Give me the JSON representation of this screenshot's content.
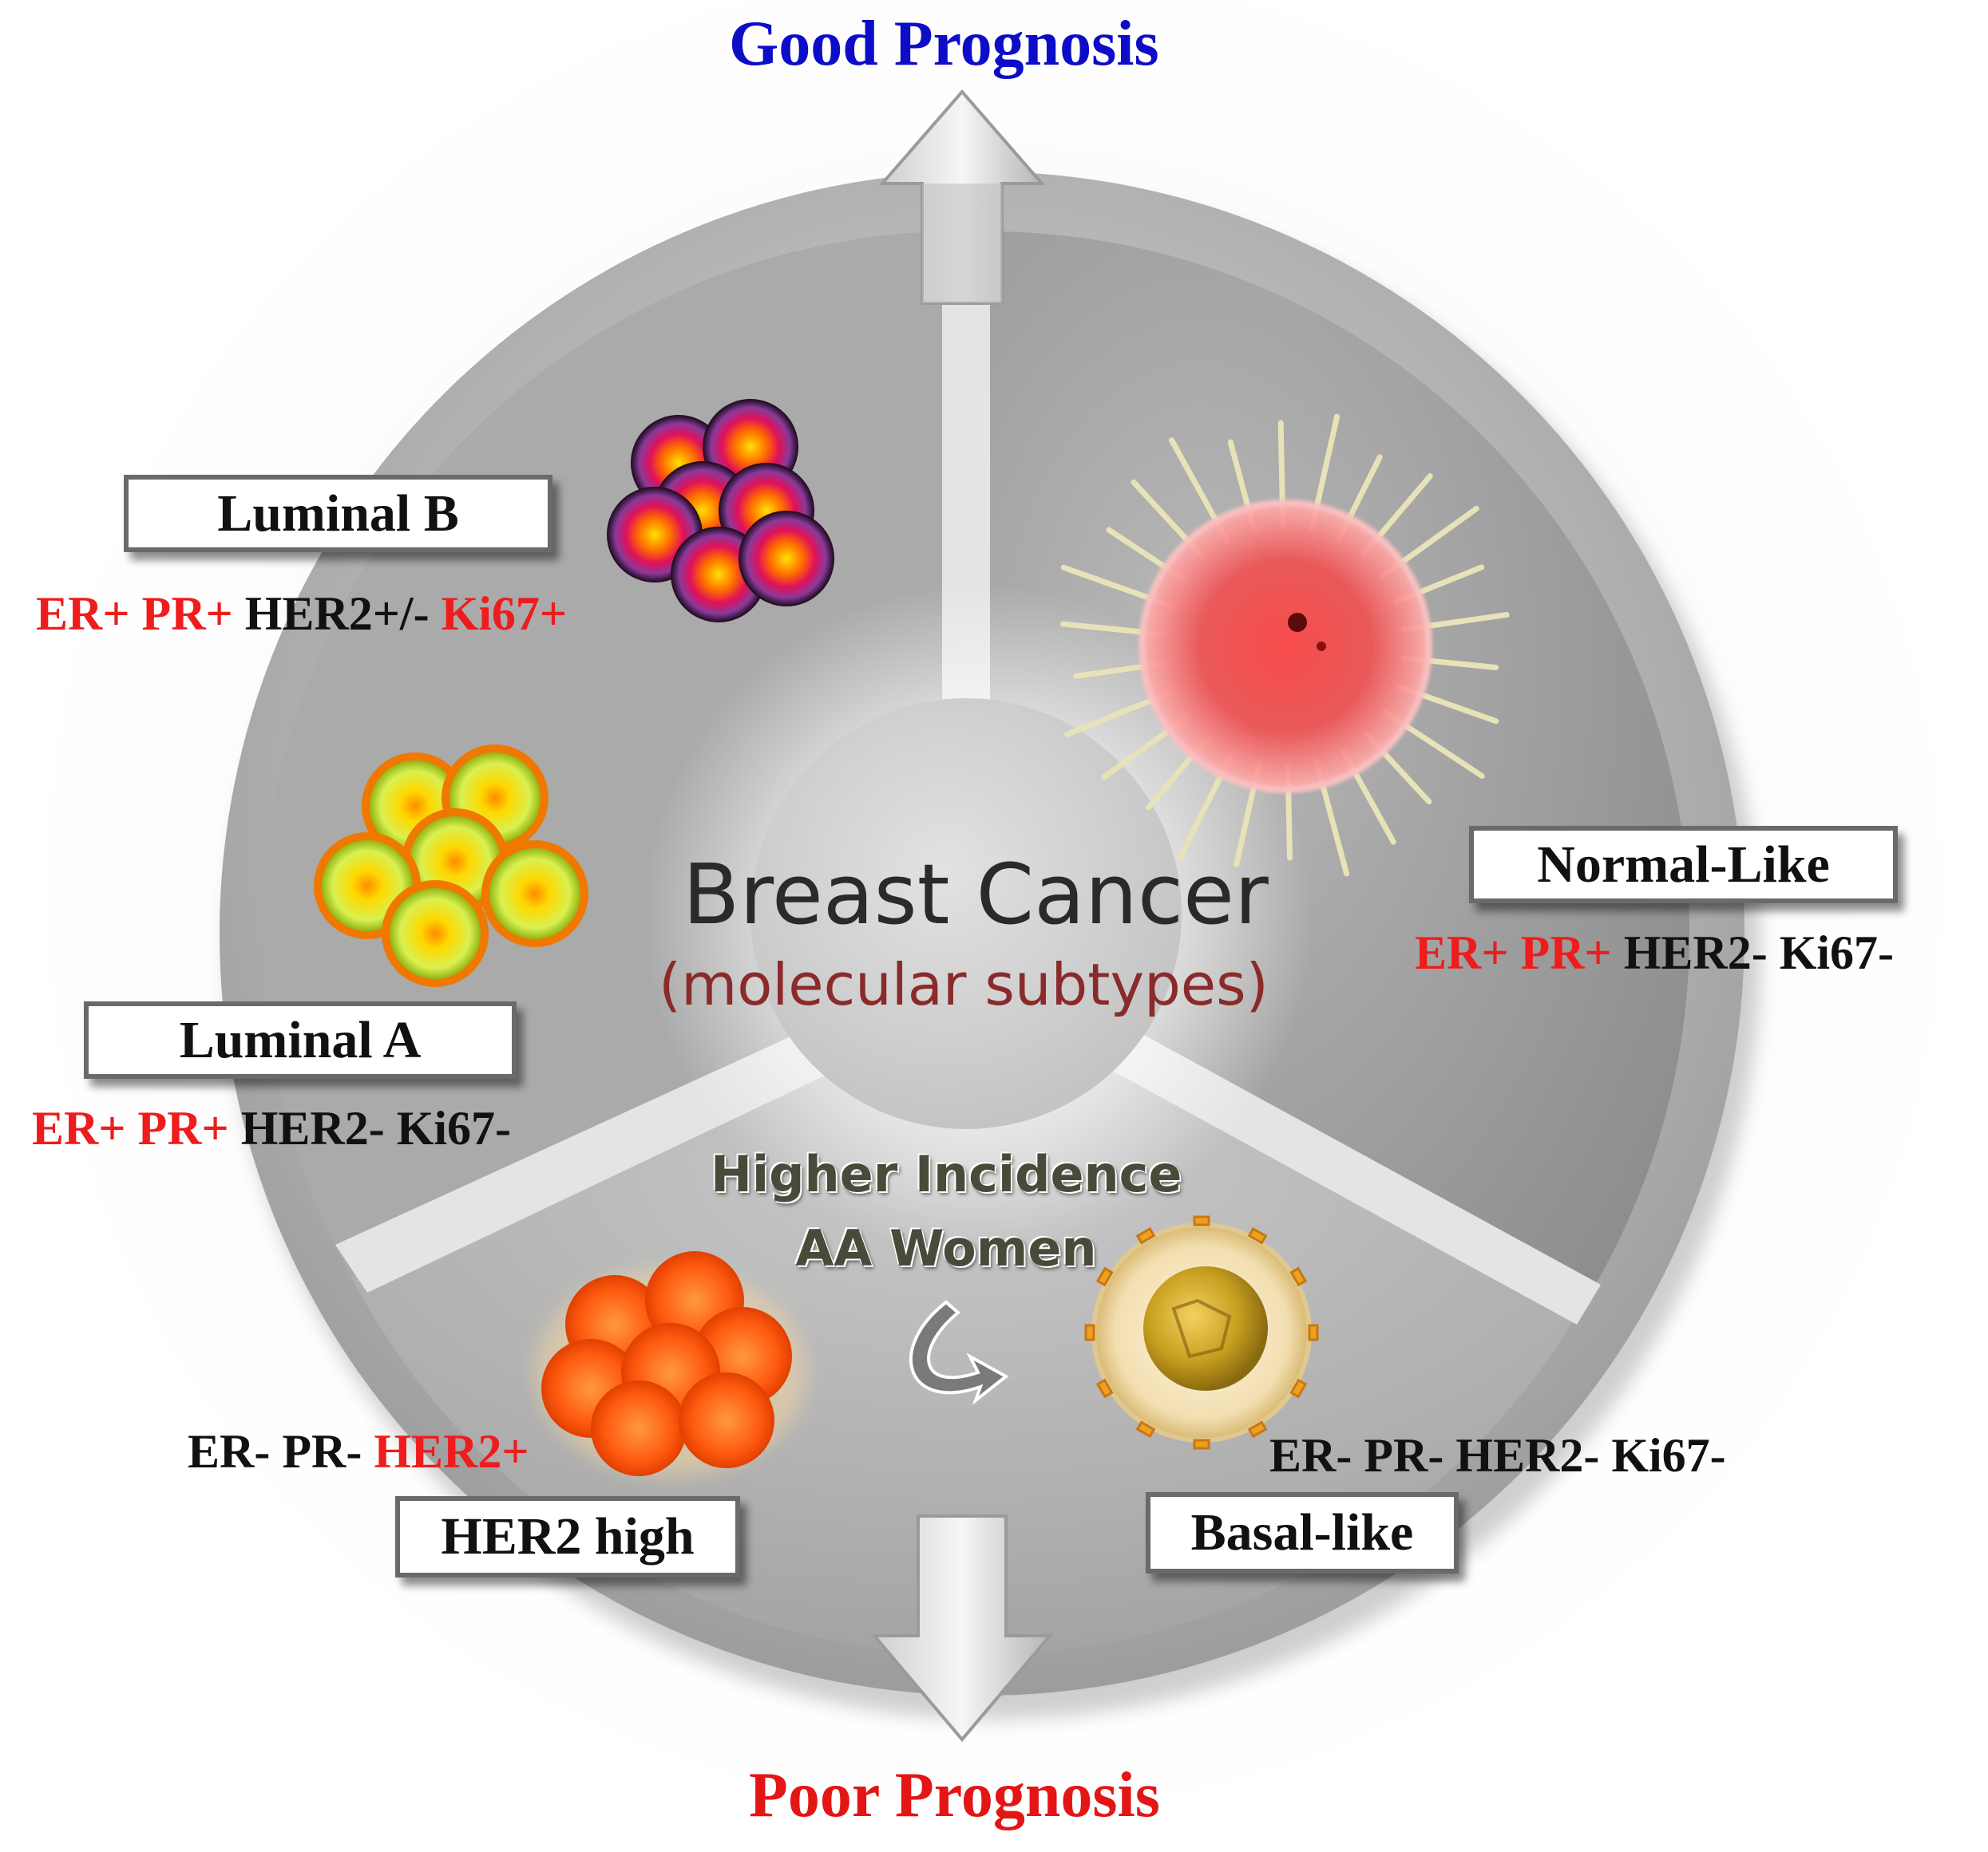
{
  "prognosis": {
    "good": "Good Prognosis",
    "poor": "Poor Prognosis"
  },
  "center": {
    "title": "Breast Cancer",
    "subtitle": "(molecular subtypes)"
  },
  "incidence": {
    "line1": "Higher Incidence",
    "line2": "AA Women"
  },
  "subtypes": {
    "luminal_b": {
      "label": "Luminal B",
      "markers": {
        "er": "ER+",
        "pr": "PR+",
        "her2": "HER2+/-",
        "ki67": "Ki67+"
      }
    },
    "luminal_a": {
      "label": "Luminal A",
      "markers": {
        "er": "ER+",
        "pr": "PR+",
        "her2": "HER2-",
        "ki67": "Ki67-"
      }
    },
    "normal_like": {
      "label": "Normal-Like",
      "markers": {
        "er": "ER+",
        "pr": "PR+",
        "her2": "HER2-",
        "ki67": "Ki67-"
      }
    },
    "her2_high": {
      "label": "HER2 high",
      "markers": {
        "er": "ER-",
        "pr": "PR-",
        "her2": "HER2+"
      }
    },
    "basal_like": {
      "label": "Basal-like",
      "markers": {
        "er": "ER-",
        "pr": "PR-",
        "her2": "HER2-",
        "ki67": "Ki67-"
      }
    }
  },
  "colors": {
    "good_text": "#0d0dc8",
    "poor_text": "#e31515",
    "positive_marker": "#ee1c1c",
    "negative_marker": "#111111"
  }
}
